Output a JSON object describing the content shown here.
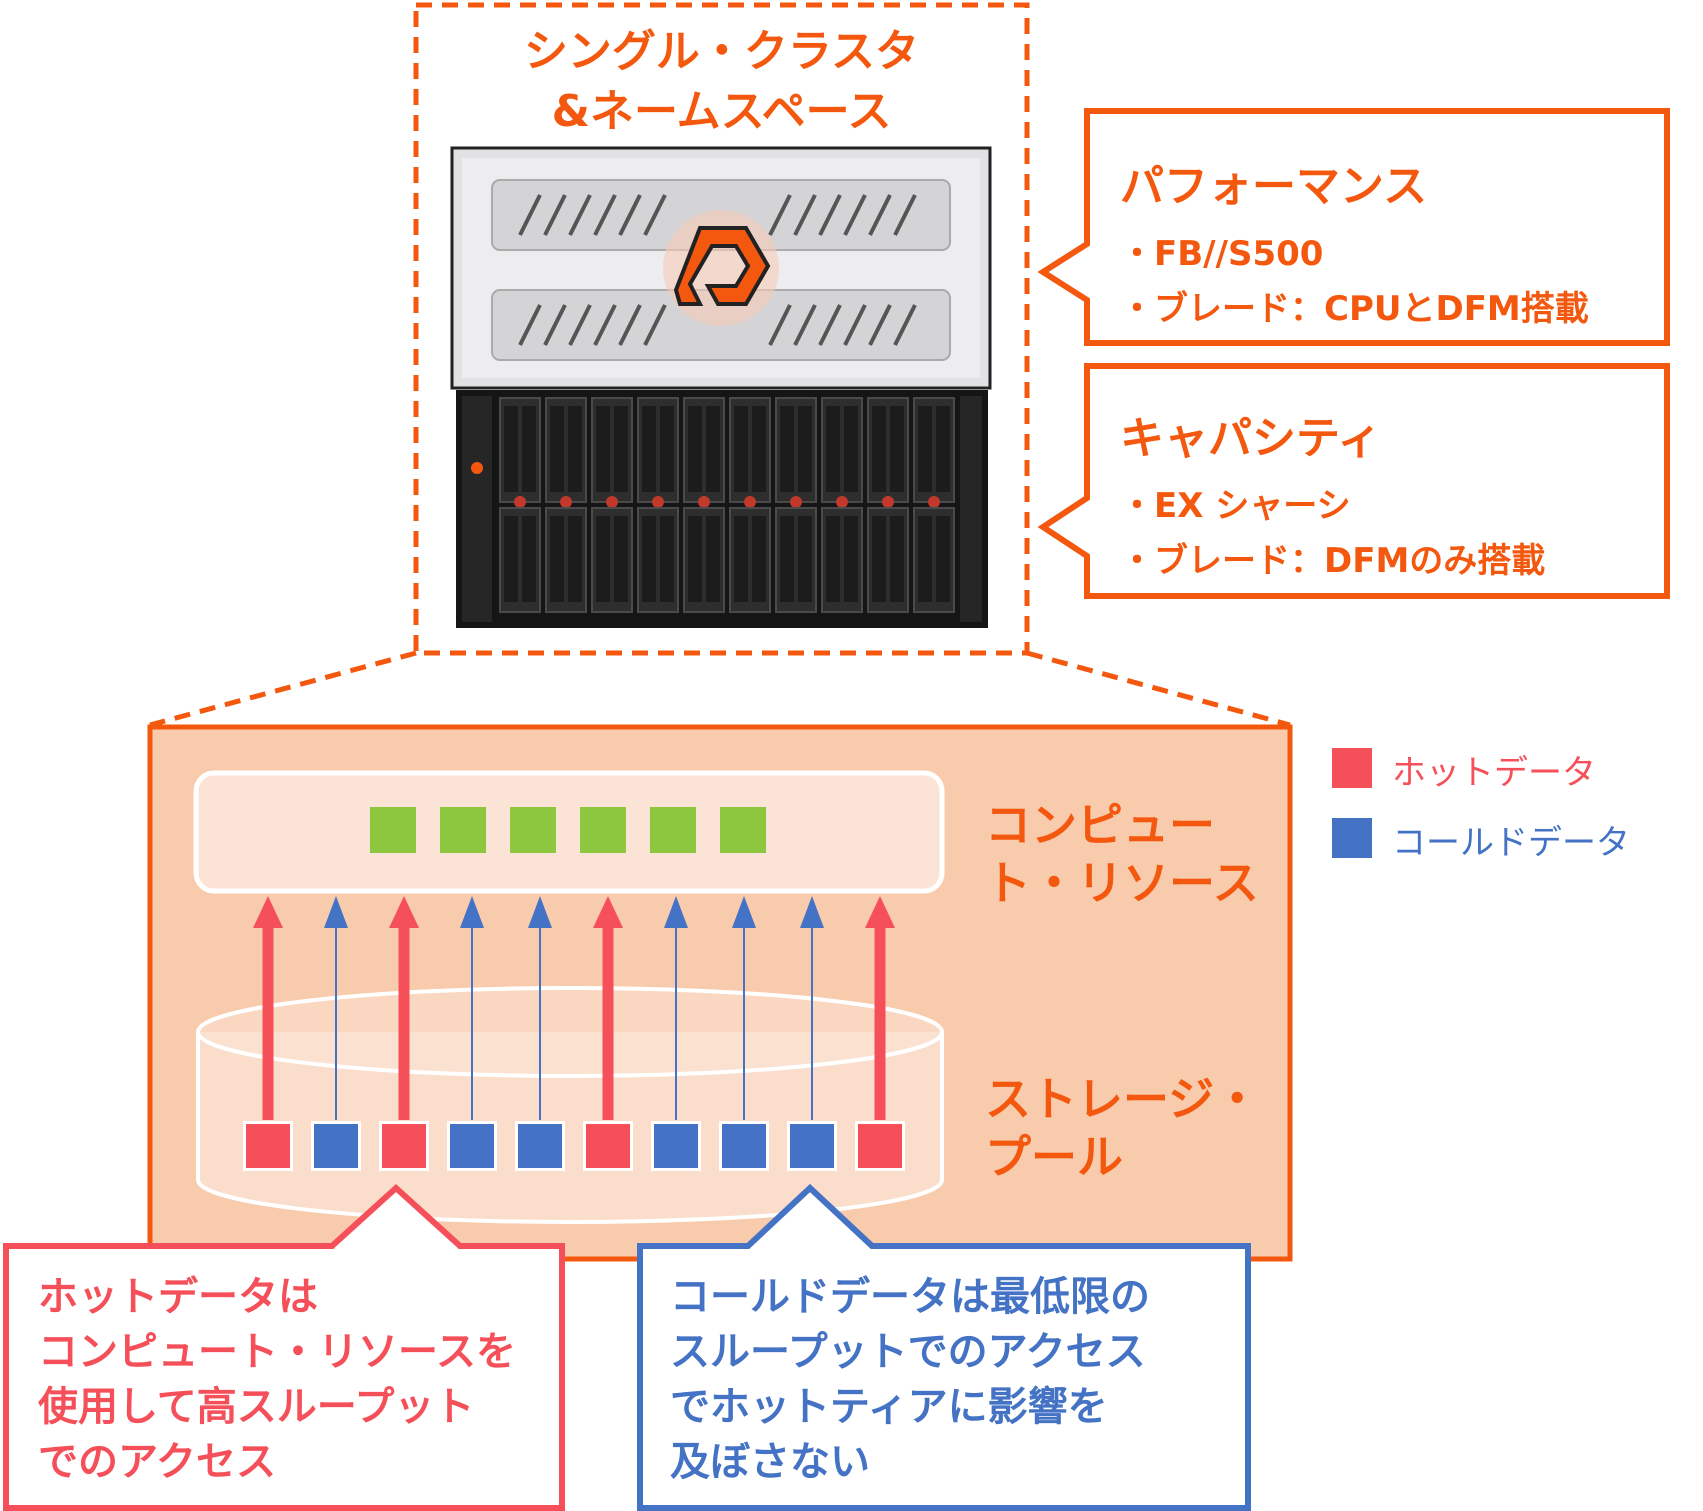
{
  "cluster_title": [
    "シングル・クラスタ",
    "&ネームスペース"
  ],
  "performance_box": {
    "title": "パフォーマンス",
    "items": [
      "・FB//S500",
      "・ブレード：CPUとDFM搭載"
    ]
  },
  "capacity_box": {
    "title": "キャパシティ",
    "items": [
      "・EX シャーシ",
      "・ブレード：DFMのみ搭載"
    ]
  },
  "compute_label": [
    "コンピュー",
    "ト・リソース"
  ],
  "storage_label": [
    "ストレージ・",
    "プール"
  ],
  "legend": [
    {
      "label": "ホットデータ",
      "color": "#F5505A"
    },
    {
      "label": "コールドデータ",
      "color": "#4472C4"
    }
  ],
  "compute_units": 6,
  "data_blocks": [
    "hot",
    "cold",
    "hot",
    "cold",
    "cold",
    "hot",
    "cold",
    "cold",
    "cold",
    "hot"
  ],
  "hot_note": [
    "ホットデータは",
    "コンピュート・リソースを",
    "使用して高スループット",
    "でのアクセス"
  ],
  "cold_note": [
    "コールドデータは最低限の",
    "スループットでのアクセス",
    "でホットティアに影響を",
    "及ぼさない"
  ],
  "colors": {
    "accent": "#F4580F",
    "hot": "#F5505A",
    "cold": "#4472C4",
    "compute": "#8DC63F",
    "panel_fill": "#F8CBAD"
  }
}
